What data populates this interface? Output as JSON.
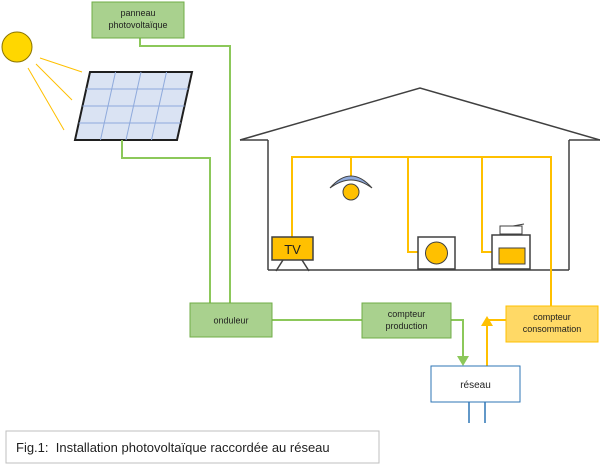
{
  "labels": {
    "panel_line1": "panneau",
    "panel_line2": "photovoltaïque",
    "inverter": "onduleur",
    "prod_meter_line1": "compteur",
    "prod_meter_line2": "production",
    "cons_meter_line1": "compteur",
    "cons_meter_line2": "consommation",
    "grid": "réseau",
    "tv": "TV"
  },
  "caption": "Fig.1:  Installation photovoltaïque raccordée au réseau",
  "colors": {
    "green_wire": "#8cc85a",
    "yellow_wire": "#ffc000",
    "green_box_fill": "#a9d18e",
    "green_box_border": "#70ad47",
    "yellow_box_fill": "#ffd966",
    "yellow_box_border": "#ffc000",
    "grid_box_border": "#2e75b6",
    "house_outline": "#404040",
    "sun": "#ffd700",
    "panel_fill": "#dae3f3",
    "panel_grid": "#8faadc",
    "appliance_fill": "#ffc000"
  }
}
